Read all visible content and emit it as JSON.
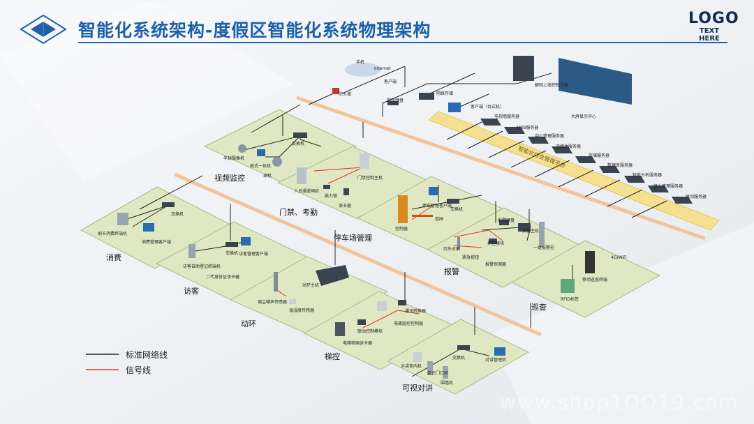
{
  "title": "智能化系统架构-度假区智能化系统物理架构",
  "logo": {
    "text": "LOGO",
    "subtext": "TEXT HERE"
  },
  "platform_label": "智能化综合管理平台",
  "zones": {
    "video": "视频监控",
    "access": "门禁、考勤",
    "consume": "消费",
    "parking": "停车场管理",
    "visitor": "访客",
    "alarm": "报警",
    "env": "动环",
    "patrol": "巡查",
    "elevator": "梯控",
    "intercom": "可视对讲"
  },
  "top_devices": {
    "internet": "Internet",
    "phone": "手机",
    "client_top": "客户端",
    "firewall": "防火墙",
    "net_keyboard": "网络键盘",
    "net_storage": "网络存储",
    "client_desktop": "客户端（台式机）",
    "decoder": "解码上墙控制设备",
    "big_screen": "大屏显示中心"
  },
  "servers": [
    "电视墙服务器",
    "MBB服务器",
    "中心管理服务器",
    "流媒体服务器",
    "存储服务器",
    "数据库服务器",
    "智能分析服务器",
    "接入管理服务器",
    "联动服务器"
  ],
  "devices": {
    "v_switch": "交换机",
    "v_halfball": "半球摄像机",
    "v_gun": "枪式一体机",
    "v_ball": "球机",
    "a_panel": "人员通道闸机",
    "a_lock": "磁力锁",
    "a_ctrl": "门禁控制主机",
    "a_reader": "读卡器",
    "c_pos": "刷卡消费终端机",
    "c_switch": "交换机",
    "c_client": "消费管理客户端",
    "p_switch": "交换机",
    "p_client": "停车管理客户端",
    "p_gate": "道闸",
    "p_ctrl": "控制器",
    "vi_kiosk": "访客自助登记终端机",
    "vi_switch": "交换机",
    "vi_client": "访客管理客户端",
    "vi_id": "二代身份证读卡器",
    "al_keyboard": "报警键盘",
    "al_host": "报警主机",
    "al_ir": "红外对射",
    "al_module": "扩区模块",
    "al_emergency": "紧急按钮",
    "al_detector": "报警探测器",
    "al_onekey": "一键报警柱",
    "e_smoke": "烟尘噪声传感器",
    "e_temp": "温湿度传感器",
    "e_host": "动环主机",
    "pt_wifi": "4G/WiFi",
    "pt_terminal": "移动巡查终端",
    "pt_rfid": "RFID标签",
    "el_conv": "通讯转换器",
    "el_ctrl": "电梯层控控制器",
    "el_link": "联动控制模块",
    "el_reader": "电梯轿厢读卡器",
    "it_indoor": "对讲室内机",
    "it_switch": "交换机",
    "it_mgr": "对讲管理机",
    "it_unit": "单元门口机",
    "it_wall": "围墙机"
  },
  "legend": [
    {
      "label": "标准网络线",
      "color": "#222222"
    },
    {
      "label": "信号线",
      "color": "#e0302a"
    }
  ],
  "watermark": "www.shop1OO19.com",
  "colors": {
    "title_blue": "#1d5fa8",
    "zone_fill": "#dfe8c2",
    "zone_stroke": "#aab98a",
    "platform": "#f4e08e",
    "bus": "#f2c49a",
    "net_line": "#222222",
    "signal_line": "#e0302a"
  }
}
